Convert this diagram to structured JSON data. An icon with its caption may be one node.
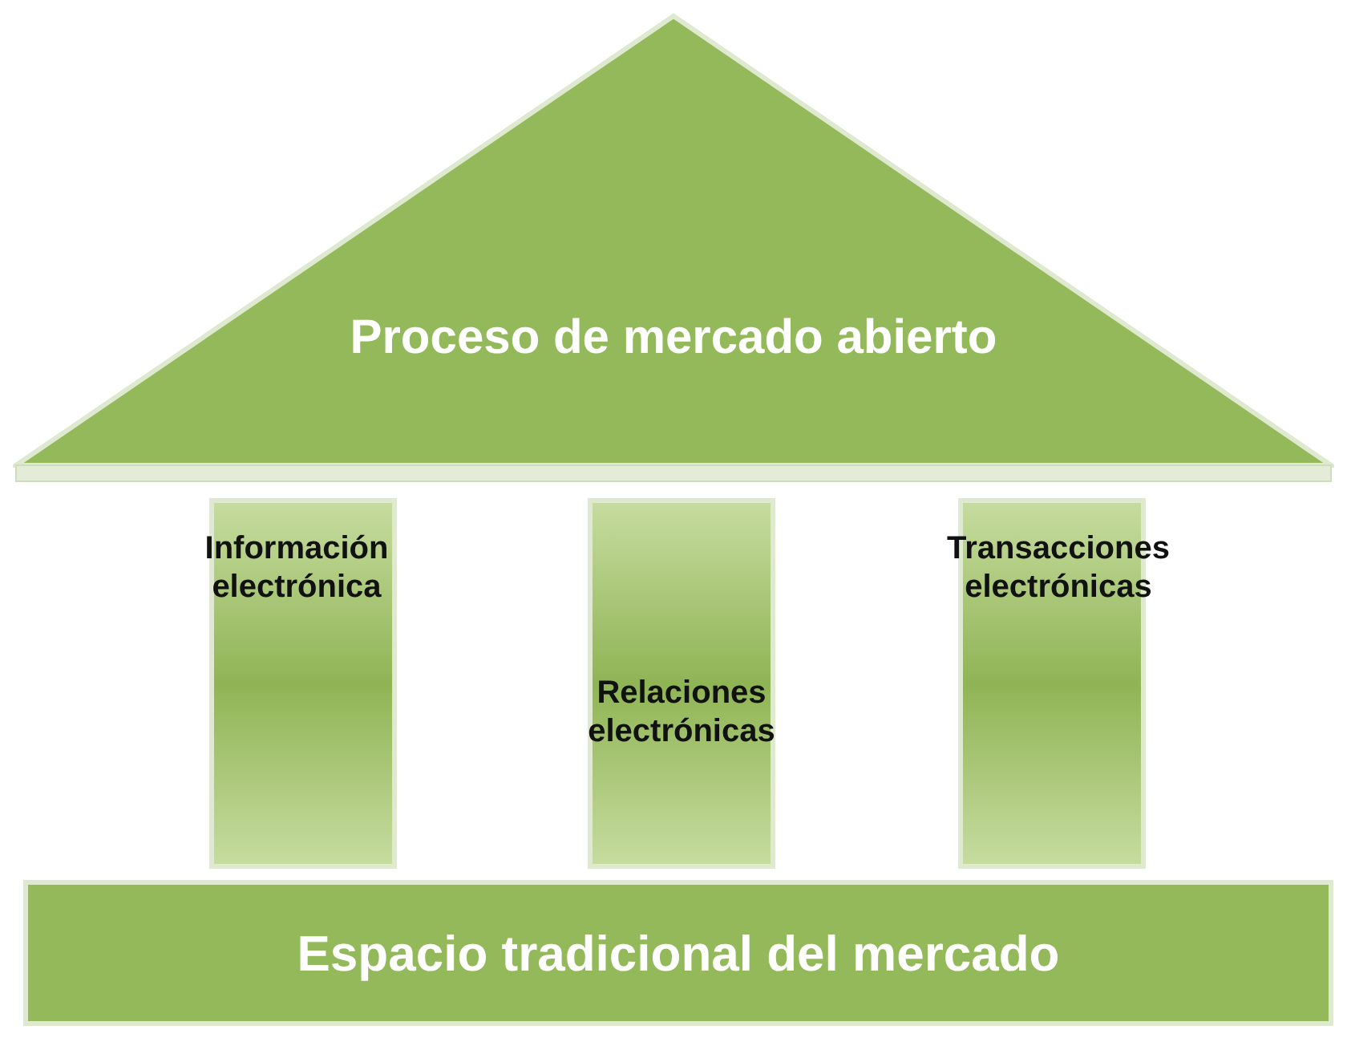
{
  "diagram": {
    "nodes": [
      {
        "text": [
          "Proceso de mercado abierto"
        ]
      },
      {
        "text": [
          "Información electrónica"
        ]
      },
      {
        "text": [
          "Relaciones electrónicas"
        ]
      },
      {
        "text": [
          "Transacciones electrónicas"
        ]
      },
      {
        "text": [
          "Espacio tradicional del mercado"
        ]
      }
    ]
  }
}
